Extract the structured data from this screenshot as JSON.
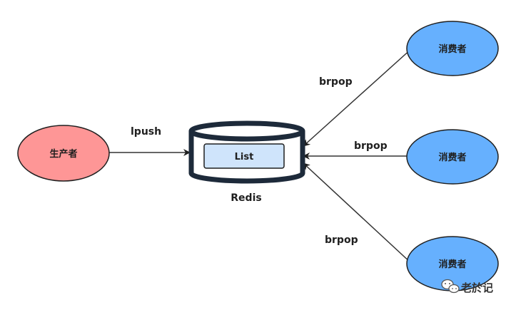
{
  "colors": {
    "producer_fill": "#fe9696",
    "consumer_fill": "#66b0fe",
    "node_stroke": "#1f1f1f",
    "edge_stroke": "#333333",
    "redis_body": "#ffffff",
    "redis_stroke": "#1d2a3a",
    "list_fill": "#cfe4fb",
    "list_stroke": "#1f1f1f"
  },
  "producer": {
    "label": "生产者"
  },
  "redis": {
    "label": "Redis",
    "list_label": "List"
  },
  "edges": {
    "lpush": "lpush",
    "brpop_top": "brpop",
    "brpop_middle": "brpop",
    "brpop_bottom": "brpop"
  },
  "consumers": [
    {
      "label": "消费者"
    },
    {
      "label": "消费者"
    },
    {
      "label": "消费者"
    }
  ],
  "watermark": {
    "text": "老於记",
    "icon": "wechat-icon"
  }
}
